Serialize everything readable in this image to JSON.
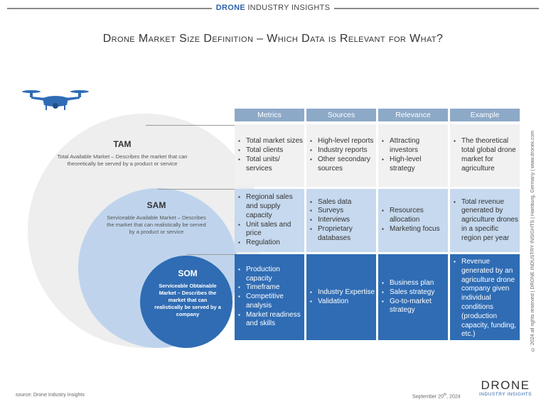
{
  "brand": {
    "part1": "DRONE",
    "part2": "INDUSTRY INSIGHTS"
  },
  "title": "Drone Market Size Definition – Which Data is Relevant for What?",
  "icons": {
    "drone": "drone-icon"
  },
  "colors": {
    "som": "#2f6cb4",
    "sam": "#bfd4ec",
    "tam": "#eeeeee",
    "header": "#8da9c8"
  },
  "circles": {
    "tam": {
      "title": "TAM",
      "desc": "Total Available Market – Describes the market that can theoretically be served by a product or service"
    },
    "sam": {
      "title": "SAM",
      "desc": "Serviceable Available Market – Describes the market that can realistically be served by a product or service"
    },
    "som": {
      "title": "SOM",
      "desc": "Serviceable Obtainable Market – Describes the market that can realistically be served by a company"
    }
  },
  "table": {
    "headers": [
      "Metrics",
      "Sources",
      "Relevance",
      "Example"
    ],
    "rows": [
      {
        "metrics": [
          "Total market sizes",
          "Total clients",
          "Total units/ services"
        ],
        "sources": [
          "High-level reports",
          "Industry reports",
          "Other secondary sources"
        ],
        "relevance": [
          "Attracting investors",
          "High-level strategy"
        ],
        "example": "The theoretical total global drone market for agriculture"
      },
      {
        "metrics": [
          "Regional sales and supply capacity",
          "Unit sales and price",
          "Regulation"
        ],
        "sources": [
          "Sales data",
          "Surveys",
          "Interviews",
          "Proprietary databases"
        ],
        "relevance": [
          "Resources allocation",
          "Marketing focus"
        ],
        "example": "Total revenue generated by agriculture drones in a specific region per year"
      },
      {
        "metrics": [
          "Production capacity",
          "Timeframe",
          "Competitive analysis",
          "Market readiness and skills"
        ],
        "sources": [
          "Industry Expertise",
          "Validation"
        ],
        "relevance": [
          "Business plan",
          "Sales strategy",
          "Go-to-market strategy"
        ],
        "example": "Revenue generated by an agriculture drone company given individual conditions (production capacity, funding, etc.)"
      }
    ]
  },
  "side_text": "© 2024 all rights reserved  |  DRONE INDUSTRY INSIGHTS  |  Hamburg, Germany  |  www.droneii.com",
  "footer": {
    "source": "source: Drone Industry Insights",
    "date_main": "September 20",
    "date_sup": "th",
    "date_year": ", 2024",
    "logo_big": "DRONE",
    "logo_small": "INDUSTRY INSIGHTS"
  }
}
